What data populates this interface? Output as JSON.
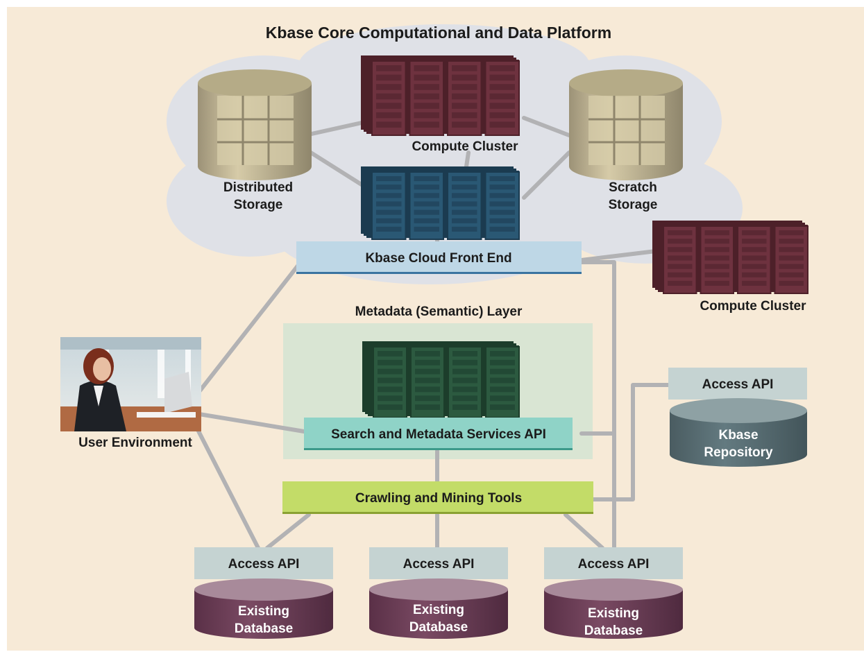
{
  "title": "Kbase Core Computational and Data Platform",
  "colors": {
    "background": "#f7ead7",
    "cloud": "#dfe1e7",
    "connector": "#b2b2b4",
    "front_end": "#bed7e6",
    "search_api": "#8fd3c7",
    "crawl_tools": "#c3dc68",
    "access_api": "#c5d3d2",
    "existing_db": "#6d3f57",
    "kbase_repo": "#566a6f",
    "storage": "#c7bc97",
    "server_maroon": "#6e323f",
    "server_blue": "#2a5874",
    "server_green": "#2c5a40",
    "metadata_layer": "#d3e4d2"
  },
  "nodes": {
    "compute_cluster_top": "Compute Cluster",
    "distributed_storage": [
      "Distributed",
      "Storage"
    ],
    "scratch_storage": [
      "Scratch",
      "Storage"
    ],
    "cloud_front_end": "Kbase Cloud Front End",
    "compute_cluster_right": "Compute Cluster",
    "metadata_layer": "Metadata (Semantic) Layer",
    "search_api": "Search and Metadata Services API",
    "crawling_tools": "Crawling and Mining Tools",
    "user_environment": "User Environment",
    "repo_access_api": "Access API",
    "kbase_repository": [
      "Kbase",
      "Repository"
    ],
    "databases": [
      {
        "api": "Access API",
        "db": [
          "Existing",
          "Database"
        ]
      },
      {
        "api": "Access API",
        "db": [
          "Existing",
          "Database"
        ]
      },
      {
        "api": "Access API",
        "db": [
          "Existing",
          "Database"
        ]
      }
    ]
  }
}
